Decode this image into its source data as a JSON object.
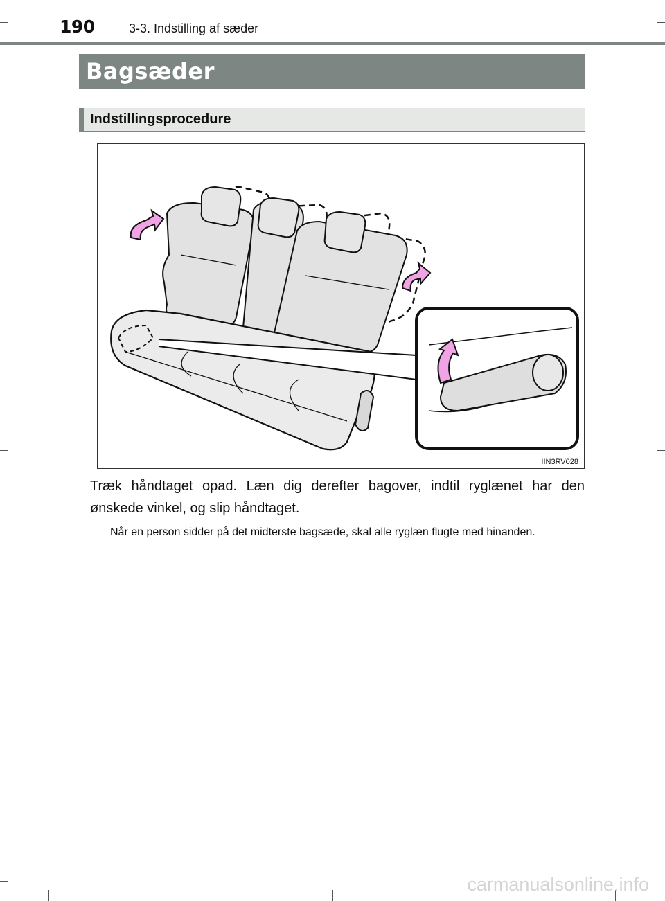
{
  "header": {
    "page_number": "190",
    "section": "3-3. Indstilling af sæder"
  },
  "title": "Bagsæder",
  "subtitle": "Indstillingsprocedure",
  "figure": {
    "code": "IIN3RV028",
    "arrow_color": "#f0a4e6"
  },
  "body": {
    "instruction": "Træk håndtaget opad. Læn dig derefter bagover, indtil ryglænet har den ønskede vinkel, og slip håndtaget.",
    "note": "Når en person sidder på det midterste bagsæde, skal alle ryglæn flugte med hinanden."
  },
  "footer": {
    "watermark": "carmanualsonline.info"
  },
  "colors": {
    "header_gray": "#7d8682",
    "subheader_bg": "#e6e8e5",
    "seat_fill": "#e4e4e4"
  }
}
